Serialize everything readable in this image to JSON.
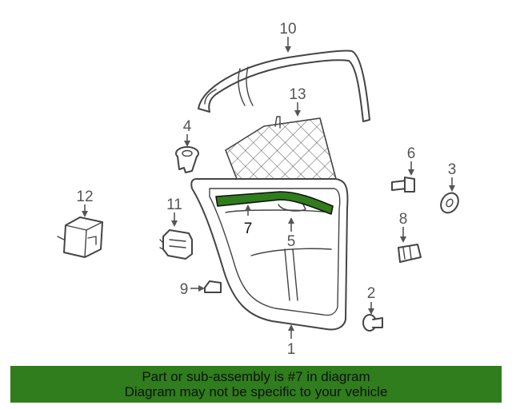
{
  "diagram": {
    "callouts": [
      "1",
      "2",
      "3",
      "4",
      "5",
      "6",
      "7",
      "8",
      "9",
      "10",
      "11",
      "12",
      "13"
    ],
    "highlight_color": "#2f7d1c"
  },
  "banner": {
    "line1": "Part or sub-assembly is #7 in diagram",
    "line2": "Diagram may not be specific to your vehicle",
    "color": "#2f7d1c"
  }
}
